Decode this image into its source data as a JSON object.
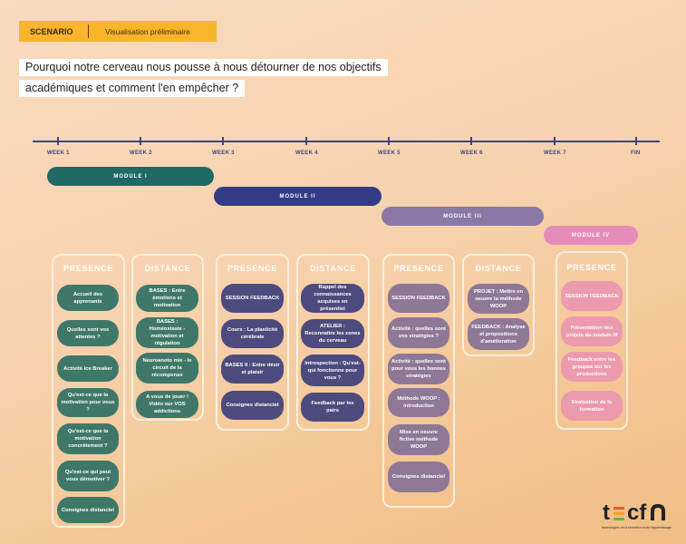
{
  "header": {
    "tag": "SCENARIO",
    "subtitle": "Visualisation préliminaire",
    "title_line1": "Pourquoi notre cerveau nous pousse à nous détourner de nos objectifs",
    "title_line2": "académiques et comment l'en empêcher ?"
  },
  "timeline": {
    "weeks": [
      "WEEK 1",
      "WEEK 2",
      "WEEK 3",
      "WEEK 4",
      "WEEK 5",
      "WEEK 6",
      "WEEK 7",
      "FIN"
    ]
  },
  "modules": [
    "MODULE I",
    "MODULE II",
    "MODULE III",
    "MODULE IV"
  ],
  "columns": [
    {
      "title": "PRESENCE",
      "items": [
        "Accueil des apprenants",
        "Quelles sont vos attentes ?",
        "Activité Ice Breaker",
        "Qu'est-ce que la motivation pour vous ?",
        "Qu'est-ce que la motivation concrètement ?",
        "Qu'est-ce qui peut vous démotiver ?",
        "Consignes distanciel"
      ]
    },
    {
      "title": "DISTANCE",
      "items": [
        "BASES : Entre émotions et motivation",
        "BASES : Homéostasie - motivation et régulation",
        "Neuroanoto mie - le circuit de la récompense",
        "A vous de jouer ! Vidéo sur VOS addictions"
      ]
    },
    {
      "title": "PRESENCE",
      "items": [
        "SESSION FEEDBACK",
        "Cours : La plasticité cérébrale",
        "BASES II : Entre désir et plaisir",
        "Consignes distanciel"
      ]
    },
    {
      "title": "DISTANCE",
      "items": [
        "Rappel des connaissances acquises en présentiel",
        "ATELIER : Reconnaître les zones du cerveau",
        "Introspection : Qu'est-qui fonctionne pour vous ?",
        "Feedback par les pairs"
      ]
    },
    {
      "title": "PRESENCE",
      "items": [
        "SESSION FEEDBACK",
        "Activité : quelles sont vos stratégies ?",
        "Activité : quelles sont pour vous les bonnes stratégies",
        "Méthode WOOP : introduction",
        "Mise en oeuvre fictive méthode WOOP",
        "Consignes distanciel"
      ]
    },
    {
      "title": "DISTANCE",
      "items": [
        "PROJET : Mettre en oeuvre la méthode WOOP",
        "FEEDBACK : Analyse et propositions d'amélioration"
      ]
    },
    {
      "title": "PRESENCE",
      "items": [
        "SESSION FEEDBACK",
        "Présentation des projets du module III",
        "Feedback entre les groupes sur les productions",
        "Evaluation de la formation"
      ]
    }
  ],
  "logo": {
    "text": "tecfa",
    "tagline": "technologies de la formation et de l'apprentissage"
  },
  "colors": {
    "module_1": "#1f6b63",
    "module_2": "#343b86",
    "module_3": "#8a78a6",
    "module_4": "#e58cb9"
  }
}
